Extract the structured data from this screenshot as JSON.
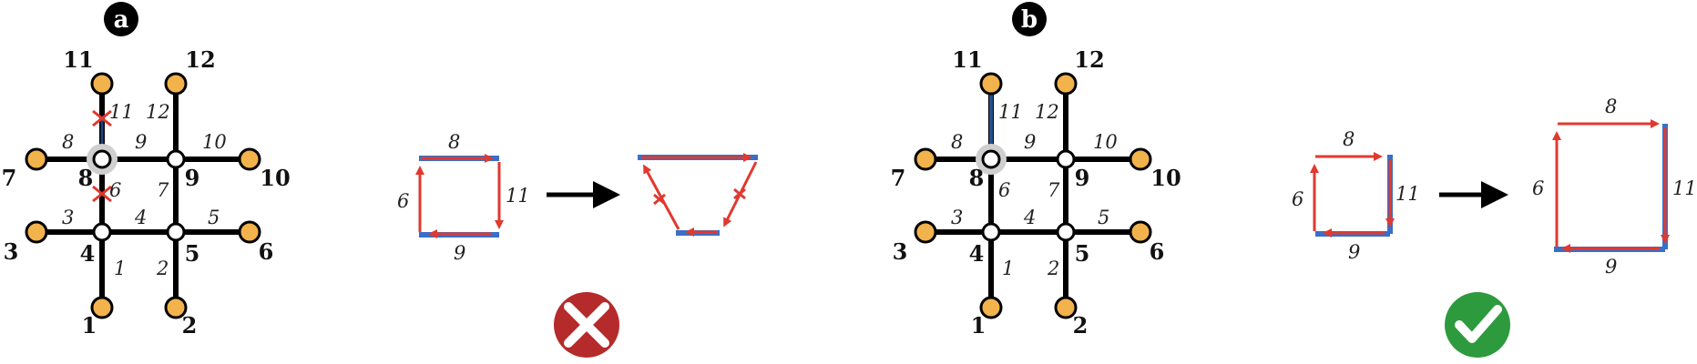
{
  "panels": [
    {
      "label": "a",
      "nodes": [
        "1",
        "2",
        "3",
        "4",
        "5",
        "6",
        "7",
        "8",
        "9",
        "10",
        "11",
        "12"
      ],
      "edges": [
        "1",
        "2",
        "3",
        "4",
        "5",
        "6",
        "7",
        "8",
        "9",
        "10",
        "11",
        "12"
      ],
      "loop_edges": [
        "8",
        "11",
        "9",
        "6"
      ],
      "result": "failure",
      "result_icon": "cross-icon"
    },
    {
      "label": "b",
      "nodes": [
        "1",
        "2",
        "3",
        "4",
        "5",
        "6",
        "7",
        "8",
        "9",
        "10",
        "11",
        "12"
      ],
      "edges": [
        "1",
        "2",
        "3",
        "4",
        "5",
        "6",
        "7",
        "8",
        "9",
        "10",
        "11",
        "12"
      ],
      "loop_edges": [
        "8",
        "11",
        "9",
        "6"
      ],
      "result": "success",
      "result_icon": "check-icon"
    }
  ],
  "colors": {
    "graph_edge": "#000000",
    "leaf_node": "#f2b24c",
    "arrow": "#e0392f",
    "highlight_edge": "#3a6fc8",
    "fail_badge": "#b52a2a",
    "success_badge": "#2e9a3e"
  }
}
